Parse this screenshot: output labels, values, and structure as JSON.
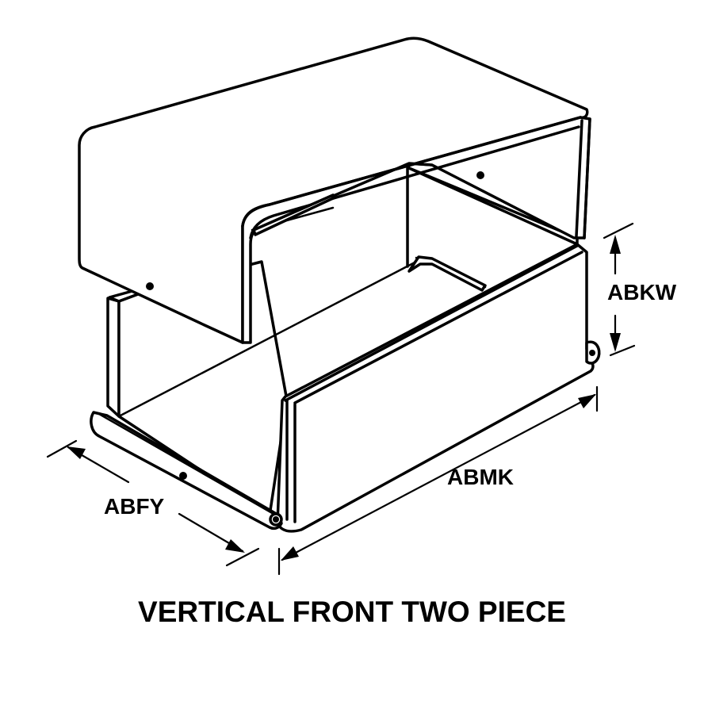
{
  "dimensions": {
    "height_label": "ABKW",
    "length_label": "ABMK",
    "depth_label": "ABFY"
  },
  "caption": "VERTICAL FRONT TWO PIECE"
}
